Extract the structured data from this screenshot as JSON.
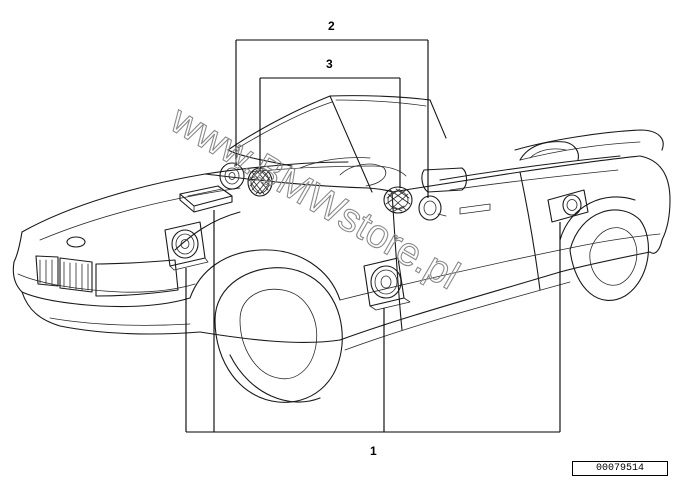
{
  "diagram": {
    "callouts": {
      "front_and_dash_speakers": "2",
      "tweeter_pair": "3",
      "door_and_rear_speakers": "1"
    },
    "watermark": "www.BMWstore.pl",
    "part_reference": "00079514"
  },
  "colors": {
    "line": "#1a1a1a",
    "watermark": "#8a8a8a",
    "background": "#ffffff"
  }
}
